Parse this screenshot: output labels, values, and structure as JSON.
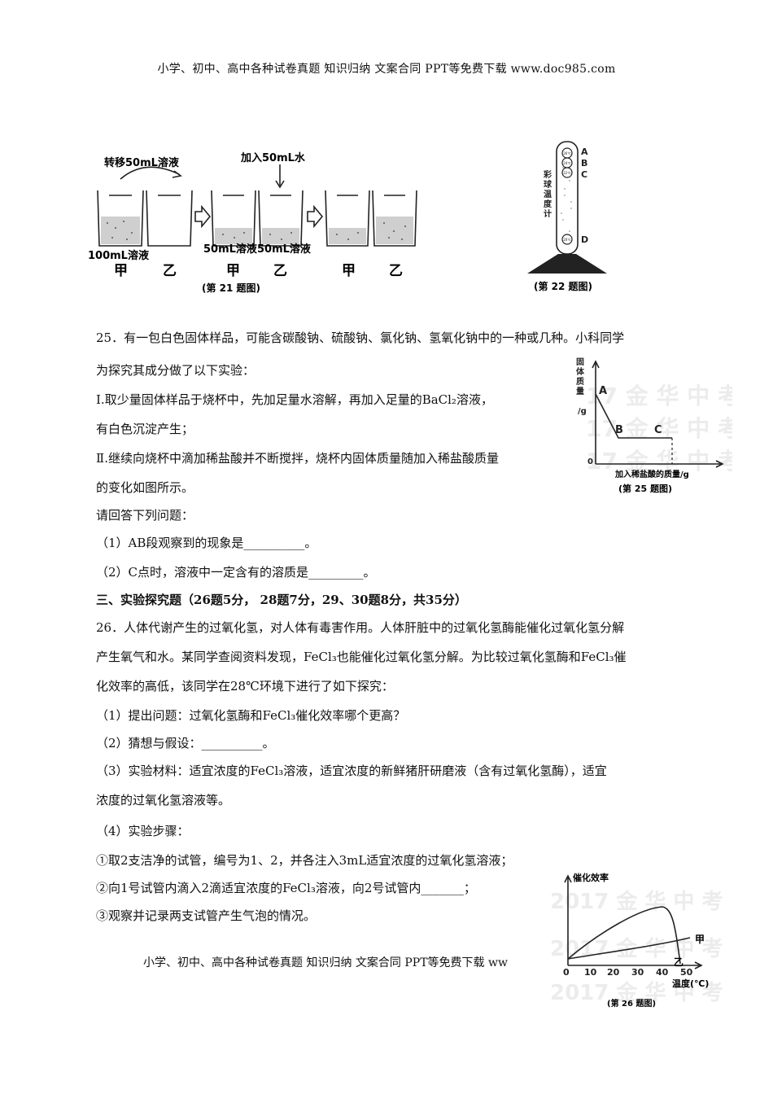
{
  "header": "小学、初中、高中各种试卷真题 知识归纳 文案合同 PPT等免费下载  www.doc985.com",
  "footer": "小学、初中、高中各种试卷真题 知识归纳 文案合同 PPT等免费下载  ww",
  "fig21": {
    "arrow1": "转移50mL溶液",
    "arrow2": "加入50mL水",
    "vol1": "100mL溶液",
    "vol2": "50mL溶液",
    "vol3": "50mL溶液",
    "jia": "甲",
    "yi": "乙",
    "caption": "(第 21 题图)"
  },
  "fig22": {
    "side_label": [
      "彩",
      "球",
      "温",
      "度",
      "计"
    ],
    "points": [
      "A",
      "B",
      "C",
      "D"
    ],
    "balls": [
      "26℃",
      "24℃",
      "22℃",
      "20℃"
    ],
    "caption": "(第 22 题图)"
  },
  "q25": {
    "line1": "25．有一包白色固体样品，可能含碳酸钠、硫酸钠、氯化钠、氢氧化钠中的一种或几种。小科同学",
    "line2": "为探究其成分做了以下实验：",
    "line3": "Ⅰ.取少量固体样品于烧杯中，先加足量水溶解，再加入足量的BaCl₂溶液，",
    "line4": "有白色沉淀产生；",
    "line5": "Ⅱ.继续向烧杯中滴加稀盐酸并不断搅拌，烧杯内固体质量随加入稀盐酸质量",
    "line6": "的变化如图所示。",
    "line7": "请回答下列问题：",
    "line8": "（1）AB段观察到的现象是__________。",
    "line9": "（2）C点时，溶液中一定含有的溶质是_________。"
  },
  "fig25": {
    "ylabel": [
      "固",
      "体",
      "质",
      "量",
      "/g"
    ],
    "xlabel": "加入稀盐酸的质量/g",
    "origin": "0",
    "A": "A",
    "B": "B",
    "C": "C",
    "caption": "(第 25 题图)",
    "watermark": "17 金 华 中 考"
  },
  "section3": "三、实验探究题（26题5分， 28题7分，29、30题8分，共35分）",
  "q26": {
    "line1": "26．人体代谢产生的过氧化氢，对人体有毒害作用。人体肝脏中的过氧化氢酶能催化过氧化氢分解",
    "line2": "产生氧气和水。某同学查阅资料发现，FeCl₃也能催化过氧化氢分解。为比较过氧化氢酶和FeCl₃催",
    "line3": "化效率的高低，该同学在28℃环境下进行了如下探究：",
    "line4": "（1）提出问题：过氧化氢酶和FeCl₃催化效率哪个更高？",
    "line5": "（2）猜想与假设：__________。",
    "line6": "（3）实验材料：适宜浓度的FeCl₃溶液，适宜浓度的新鲜猪肝研磨液（含有过氧化氢酶），适宜",
    "line7": "浓度的过氧化氢溶液等。",
    "line8": "（4）实验步骤：",
    "line9": "①取2支洁净的试管，编号为1、2，并各注入3mL适宜浓度的过氧化氢溶液；",
    "line10": "②向1号试管内滴入2滴适宜浓度的FeCl₃溶液，向2号试管内_______；",
    "line11": "③观察并记录两支试管产生气泡的情况。"
  },
  "fig26": {
    "ylabel": "催化效率",
    "xlabel": "温度(℃)",
    "ticks": [
      "0",
      "10",
      "20",
      "30",
      "40",
      "50"
    ],
    "series1": "甲",
    "series2": "乙",
    "caption": "(第 26 题图)",
    "watermark": "2017 金 华 中 考"
  }
}
